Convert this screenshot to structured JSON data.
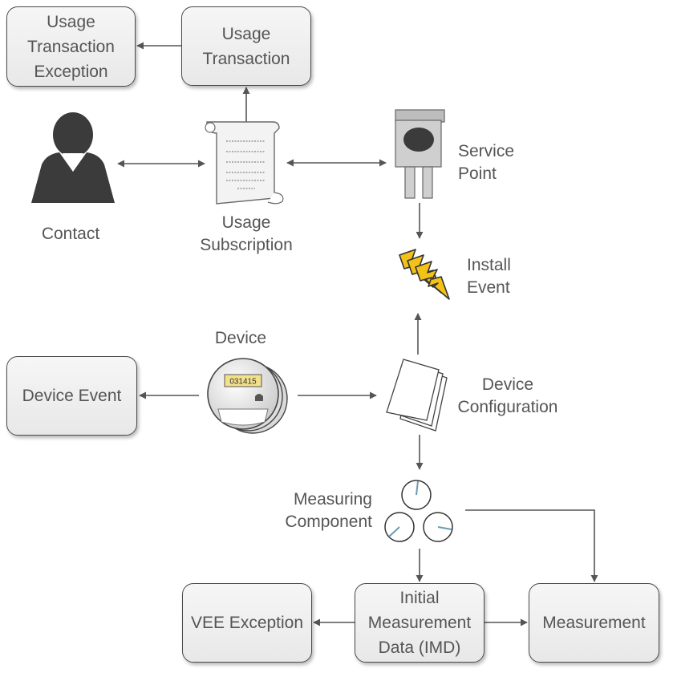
{
  "nodes": {
    "usage_transaction_exception": "Usage\nTransaction\nException",
    "usage_transaction": "Usage\nTransaction",
    "contact": "Contact",
    "usage_subscription": "Usage\nSubscription",
    "service_point": "Service\nPoint",
    "install_event": "Install\nEvent",
    "device": "Device",
    "device_event": "Device Event",
    "device_configuration": "Device\nConfiguration",
    "measuring_component": "Measuring\nComponent",
    "vee_exception": "VEE Exception",
    "imd": "Initial\nMeasurement\nData (IMD)",
    "measurement": "Measurement"
  },
  "meter_reading": "031415",
  "icons": {
    "contact": "person-silhouette-icon",
    "usage_subscription": "scroll-document-icon",
    "service_point": "service-point-pole-icon",
    "install_event": "lightning-bolt-icon",
    "device": "electric-meter-icon",
    "device_configuration": "stacked-papers-icon",
    "measuring_component": "dials-icon"
  },
  "colors": {
    "box_border": "#4a4a4a",
    "box_fill": "#eeeeee",
    "text": "#555555",
    "arrow": "#555555",
    "bolt": "#f3c218"
  }
}
